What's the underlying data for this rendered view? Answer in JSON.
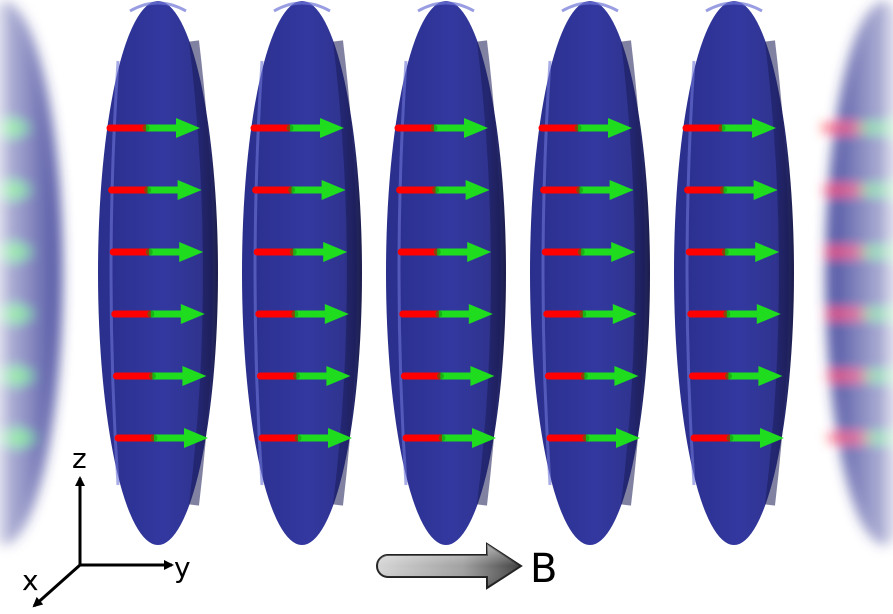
{
  "diagram": {
    "plates_visible": 5,
    "arrows_per_plate": 6,
    "partial_plates": [
      "left",
      "right"
    ],
    "colors": {
      "plate": "#2b2f8f",
      "plate_highlight": "#6e75d6",
      "plate_shadow": "#1a1c55",
      "arrow_tail": "#ff0000",
      "arrow_head": "#1fdc1f",
      "field_arrow": "#a9a9a9"
    },
    "axes": {
      "z_label": "z",
      "y_label": "y",
      "x_label": "x"
    },
    "field": {
      "label": "B",
      "icon": "right-arrow-icon"
    }
  }
}
